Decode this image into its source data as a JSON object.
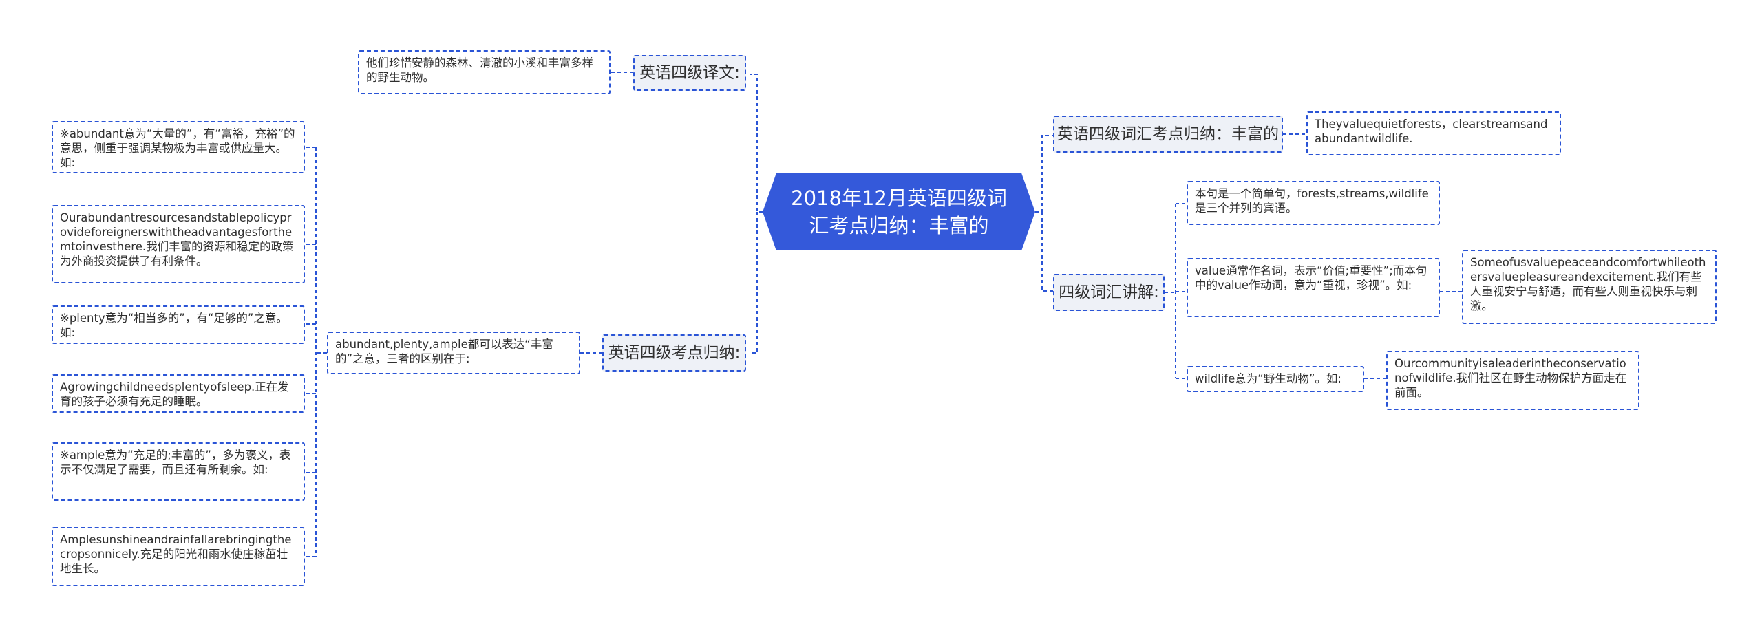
{
  "root": {
    "title": "2018年12月英语四级词汇考点归纳：丰富的"
  },
  "left": {
    "translation": {
      "label": "英语四级译文:",
      "text": "他们珍惜安静的森林、清澈的小溪和丰富多样的野生动物。"
    },
    "points": {
      "label": "英语四级考点归纳:",
      "intro": "abundant,plenty,ample都可以表达“丰富的”之意，三者的区别在于:",
      "items": [
        "※abundant意为“大量的”，有“富裕，充裕”的意思，侧重于强调某物极为丰富或供应量大。如:",
        "Ourabundantresourcesandstablepolicyprovideforeignerswiththeadvantagesforthemtoinvesthere.我们丰富的资源和稳定的政策为外商投资提供了有利条件。",
        "※plenty意为“相当多的”，有“足够的”之意。如:",
        "Agrowingchildneedsplentyofsleep.正在发育的孩子必须有充足的睡眠。",
        "※ample意为“充足的;丰富的”，多为褒义，表示不仅满足了需要，而且还有所剩余。如:",
        "Amplesunshineandrainfallarebringingthecropsonnicely.充足的阳光和雨水使庄稼茁壮地生长。"
      ]
    }
  },
  "right": {
    "vocab": {
      "label": "英语四级词汇考点归纳：丰富的",
      "text": "Theyvaluequietforests，clearstreamsandabundantwildlife."
    },
    "explain": {
      "label": "四级词汇讲解:",
      "items": [
        {
          "text": "本句是一个简单句，forests,streams,wildlife是三个并列的宾语。"
        },
        {
          "text": "value通常作名词，表示“价值;重要性”;而本句中的value作动词，意为“重视，珍视”。如:",
          "example": "Someofusvaluepeaceandcomfortwhileothersvaluepleasureandexcitement.我们有些人重视安宁与舒适，而有些人则重视快乐与刺激。"
        },
        {
          "text": "wildlife意为“野生动物”。如:",
          "example": "Ourcommunityisaleaderintheconservationofwildlife.我们社区在野生动物保护方面走在前面。"
        }
      ]
    }
  },
  "colors": {
    "accent": "#2a54d6",
    "root_fill": "#3459da",
    "node_fill": "#eef1f7"
  }
}
